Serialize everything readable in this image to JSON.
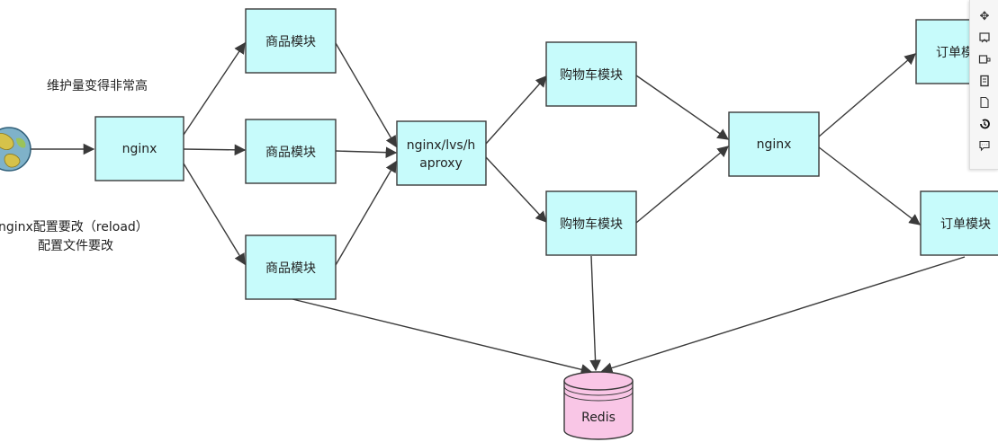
{
  "notes": {
    "maintenance": "维护量变得非常高",
    "reload_line1": "nginx配置要改（reload）",
    "reload_line2": "配置文件要改"
  },
  "nodes": {
    "nginx_entry": "nginx",
    "product_1": "商品模块",
    "product_2": "商品模块",
    "product_3": "商品模块",
    "lb_line1": "nginx/lvs/h",
    "lb_line2": "aproxy",
    "cart_1": "购物车模块",
    "cart_2": "购物车模块",
    "nginx_mid": "nginx",
    "order_1": "订单模块",
    "order_2": "订单模块",
    "redis": "Redis"
  },
  "toolbar": {
    "items": [
      "move-icon",
      "format-icon",
      "container-icon",
      "page-icon",
      "document-icon",
      "history-icon",
      "comment-icon"
    ]
  },
  "colors": {
    "box_fill": "#c7fbfb",
    "redis_fill": "#f9c6e6",
    "edge": "#3a3a3a"
  }
}
